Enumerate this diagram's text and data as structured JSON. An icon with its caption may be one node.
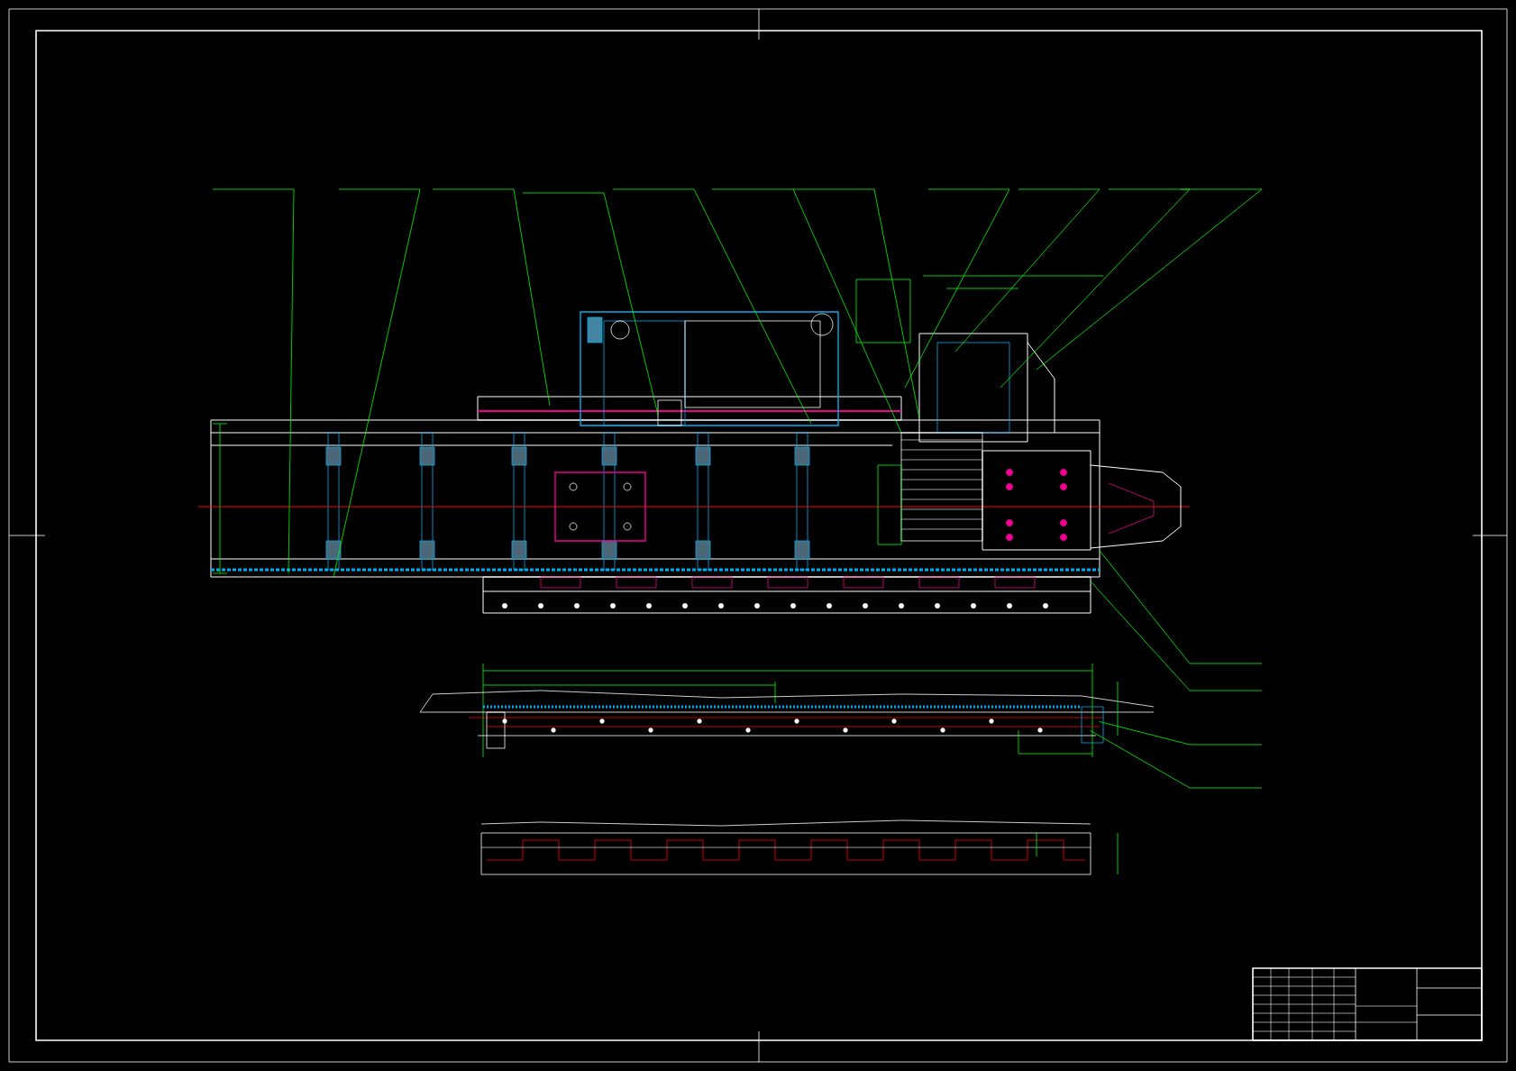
{
  "diagram": {
    "nodes": [
      {
        "text": [],
        "shape": "picture"
      },
      {
        "text": [],
        "shape": "picture"
      },
      {
        "text": [],
        "shape": "picture"
      },
      {
        "text": [],
        "shape": "box"
      }
    ],
    "edges": [
      {
        "from": null,
        "to": 0,
        "arrow": "none"
      },
      {
        "from": null,
        "to": 0,
        "arrow": "none"
      },
      {
        "from": null,
        "to": 1,
        "arrow": "none"
      },
      {
        "from": null,
        "to": 1,
        "arrow": "none"
      }
    ]
  }
}
